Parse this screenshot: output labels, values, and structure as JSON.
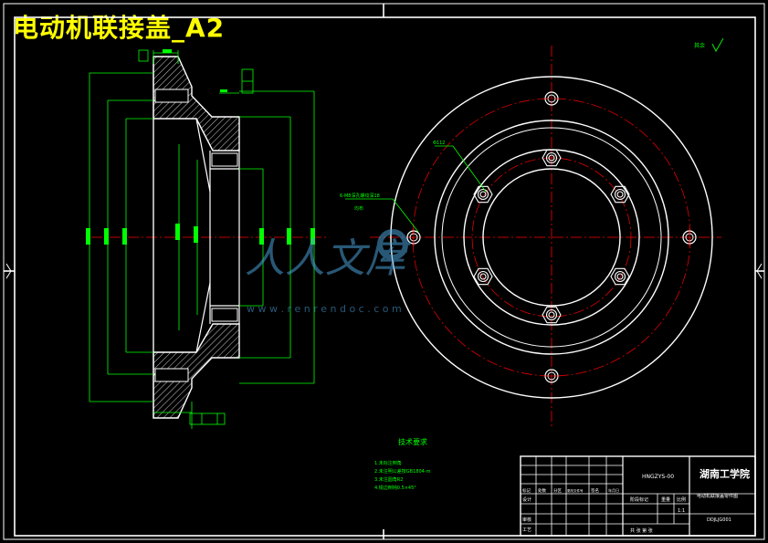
{
  "title": "电动机联接盖_A2",
  "tech_req": {
    "heading": "技术要求",
    "lines": [
      "1.未标注倒角",
      "2.未注明公差按GB1804-m",
      "3.未注圆角R2",
      "4.锐边倒钝0.5×45°"
    ]
  },
  "annotations": {
    "hole_spec": "6-M8深孔螺纹深18",
    "hole_spec_sub": "均布",
    "bolt_circle_dim": "Φ112",
    "roughness_other": "其余"
  },
  "title_block": {
    "school": "湖南工学院",
    "part_code": "HNGZYS-00",
    "part_name": "电动机联接盖零件图",
    "drawing_no": "DDJLJG001",
    "row_labels": [
      "标记",
      "处数",
      "分区",
      "更改文件号",
      "签名",
      "年月日"
    ],
    "left_labels": [
      "设计",
      "审核",
      "工艺"
    ],
    "stage_label": "阶段标记",
    "weight_label": "重量",
    "scale_label": "比例",
    "scale_value": "1:1",
    "sheets": "共 张 第 张"
  },
  "watermark": {
    "brand": "人人文库",
    "url": "w w w . r e n r e n d o c . c o m"
  },
  "colors": {
    "white": "#ffffff",
    "green": "#00ff00",
    "red": "#ff0000",
    "cyan": "#00ffff",
    "yellow": "#ffff00",
    "watermark": "#4aa0d8"
  }
}
